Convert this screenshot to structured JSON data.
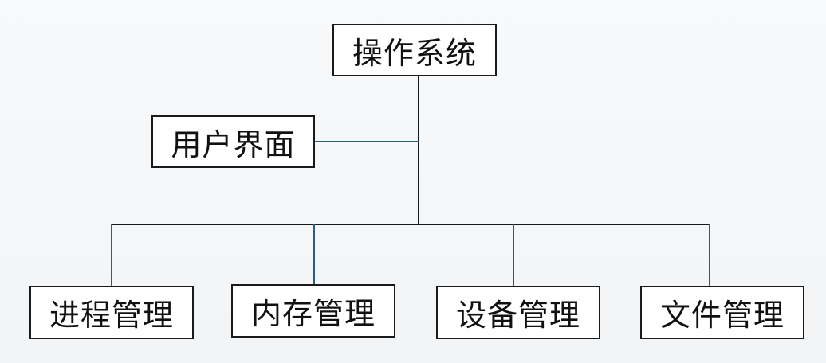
{
  "diagram": {
    "root": {
      "label": "操作系统"
    },
    "side": {
      "label": "用户界面"
    },
    "children": [
      {
        "label": "进程管理"
      },
      {
        "label": "内存管理"
      },
      {
        "label": "设备管理"
      },
      {
        "label": "文件管理"
      }
    ]
  },
  "colors": {
    "line_black": "#1a1a1a",
    "line_blue": "#2b5f82",
    "box_border": "#1a1a1a",
    "box_fill": "#ffffff"
  }
}
